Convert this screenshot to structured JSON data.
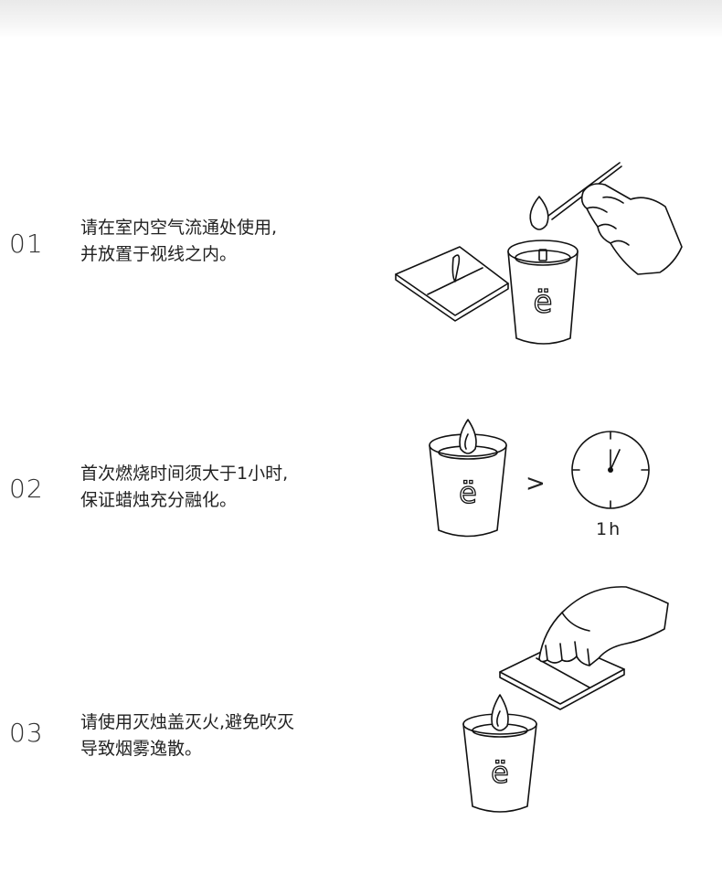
{
  "steps": [
    {
      "number": "01",
      "lines": [
        "请在室内空气流通处使用,",
        "并放置于视线之内。"
      ],
      "illustration": "candle-lighting-icon"
    },
    {
      "number": "02",
      "lines": [
        "首次燃烧时间须大于1小时,",
        "保证蜡烛充分融化。"
      ],
      "illustration": "burn-time-icon",
      "comparator": ">",
      "clock_label": "1h"
    },
    {
      "number": "03",
      "lines": [
        "请使用灭烛盖灭火,避免吹灭",
        "导致烟雾逸散。"
      ],
      "illustration": "snuffer-icon"
    }
  ],
  "candle_logo": "ë",
  "colors": {
    "line": "#111111",
    "text": "#222222",
    "background": "#ffffff"
  }
}
